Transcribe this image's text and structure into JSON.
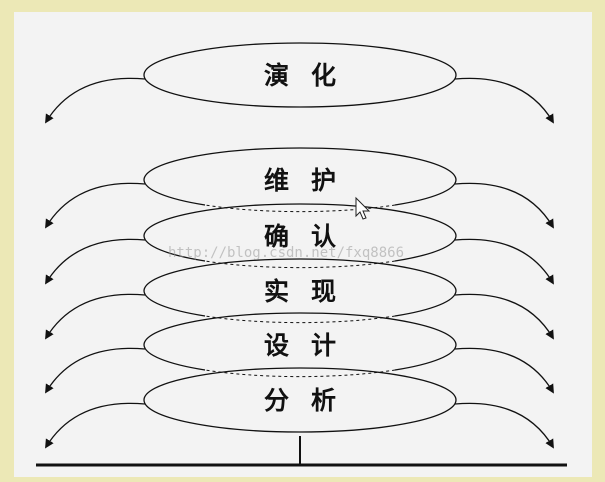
{
  "diagram": {
    "stages_top_to_bottom": [
      {
        "id": "evolution",
        "label": "演化"
      },
      {
        "id": "maintenance",
        "label": "维护"
      },
      {
        "id": "validation",
        "label": "确认"
      },
      {
        "id": "implementation",
        "label": "实现"
      },
      {
        "id": "design",
        "label": "设计"
      },
      {
        "id": "analysis",
        "label": "分析"
      }
    ],
    "watermark": "http://blog.csdn.net/fxq8866",
    "colors": {
      "background": "#ece8b6",
      "panel": "#f3f3f3",
      "line": "#111111"
    }
  }
}
